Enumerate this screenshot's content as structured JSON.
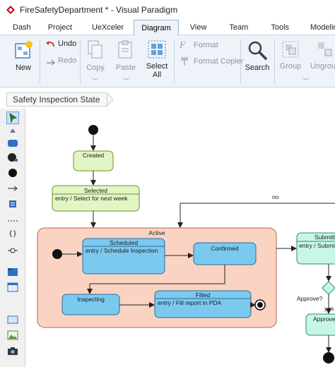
{
  "window": {
    "title": "FireSafetyDepartment * - Visual Paradigm",
    "icon": "visual-paradigm-logo-icon"
  },
  "menu": {
    "tabs": [
      {
        "label": "Dash",
        "active": false
      },
      {
        "label": "Project",
        "active": false
      },
      {
        "label": "UeXceler",
        "active": false
      },
      {
        "label": "Diagram",
        "active": true
      },
      {
        "label": "View",
        "active": false
      },
      {
        "label": "Team",
        "active": false
      },
      {
        "label": "Tools",
        "active": false
      },
      {
        "label": "Modeling",
        "active": false
      }
    ]
  },
  "ribbon": {
    "new_label": "New",
    "undo_label": "Undo",
    "redo_label": "Redo",
    "copy_label": "Copy",
    "paste_label": "Paste",
    "select_label": "Select",
    "select_sub_label": "All",
    "format_label": "Format",
    "format_copier_label": "Format Copier",
    "search_label": "Search",
    "group_label": "Group",
    "ungroup_label": "Ungroup"
  },
  "breadcrumb": {
    "label": "Safety Inspection State"
  },
  "palette": {
    "tools": [
      "selector-icon",
      "fill-icon",
      "state-icon",
      "submachine-state-icon",
      "initial-pseudo-state-icon",
      "transition-icon",
      "note-icon",
      "anchor-icon",
      "constraint-icon",
      "junction-icon",
      "folder-icon",
      "browser-icon",
      "rectangle-icon",
      "image-icon",
      "camera-icon"
    ]
  },
  "diagram": {
    "states": {
      "created": "Created",
      "selected": "Selected",
      "selected_entry": "entry / Select for next week",
      "active": "Active",
      "scheduled": "Scheduled",
      "scheduled_entry": "entry / Schedule Inspection",
      "confirmed": "Confirmed",
      "inspecting": "Inspecting",
      "filled": "Filled",
      "filled_entry": "entry / Fill report in PDA",
      "submitted": "Submitt",
      "submitted_entry": "entry / Submit",
      "approved": "Approve"
    },
    "labels": {
      "no": "no",
      "approve_q": "Approve?",
      "yes": "yes"
    },
    "colors": {
      "created_fill": "#e3f5c4",
      "active_fill": "#fbd3c2",
      "inner_fill": "#7cc9ef",
      "submitted_fill": "#c8f6e6"
    }
  }
}
